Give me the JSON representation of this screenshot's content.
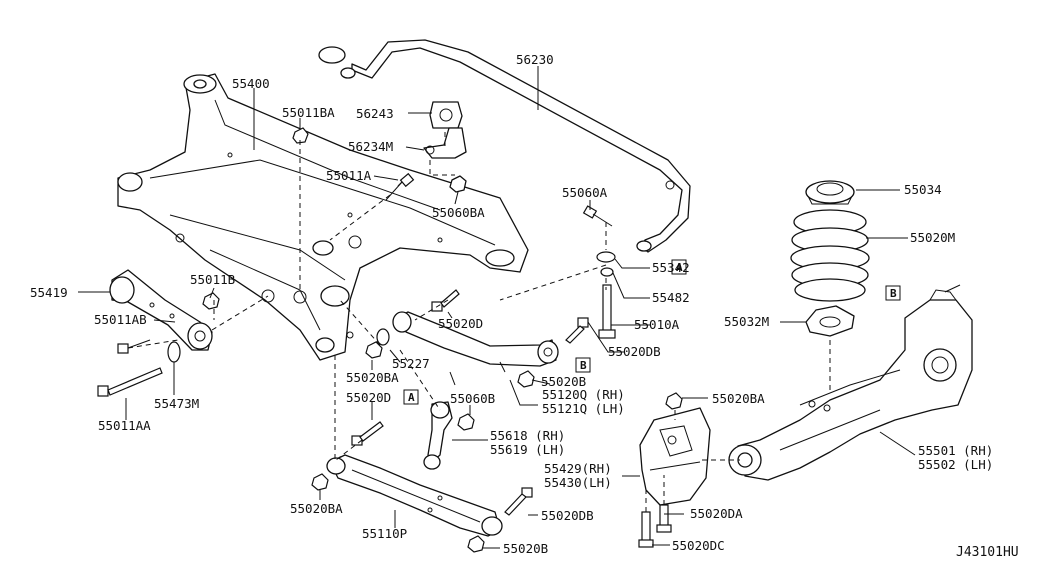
{
  "labels": {
    "p55400": "55400",
    "p55011BA": "55011BA",
    "p56230": "56230",
    "p56243": "56243",
    "p56234M": "56234M",
    "p55011A": "55011A",
    "p55060BA": "55060BA",
    "p55060A": "55060A",
    "p55034": "55034",
    "p55020M": "55020M",
    "p55342": "55342",
    "p55482": "55482",
    "p55010A": "55010A",
    "p55020DB_a": "55020DB",
    "p55032M": "55032M",
    "p55419": "55419",
    "p55011B": "55011B",
    "p55011AB": "55011AB",
    "p55020D_a": "55020D",
    "p55227": "55227",
    "p55020BA_a": "55020BA",
    "p55020B_a": "55020B",
    "p55120Q": "55120Q (RH)",
    "p55121Q": "55121Q (LH)",
    "p55473M": "55473M",
    "p55011AA": "55011AA",
    "p55020D_b": "55020D",
    "p55060B": "55060B",
    "p55618": "55618 (RH)",
    "p55619": "55619 (LH)",
    "p55020BA_b": "55020BA",
    "p55429": "55429(RH)",
    "p55430": "55430(LH)",
    "p55501": "55501 (RH)",
    "p55502": "55502 (LH)",
    "p55020BA_c": "55020BA",
    "p55110P": "55110P",
    "p55020DB_b": "55020DB",
    "p55020DA": "55020DA",
    "p55020B_b": "55020B",
    "p55020DC": "55020DC"
  },
  "markers": {
    "a1": "A",
    "a2": "A",
    "b1": "B",
    "b2": "B"
  },
  "reference": "J43101HU"
}
